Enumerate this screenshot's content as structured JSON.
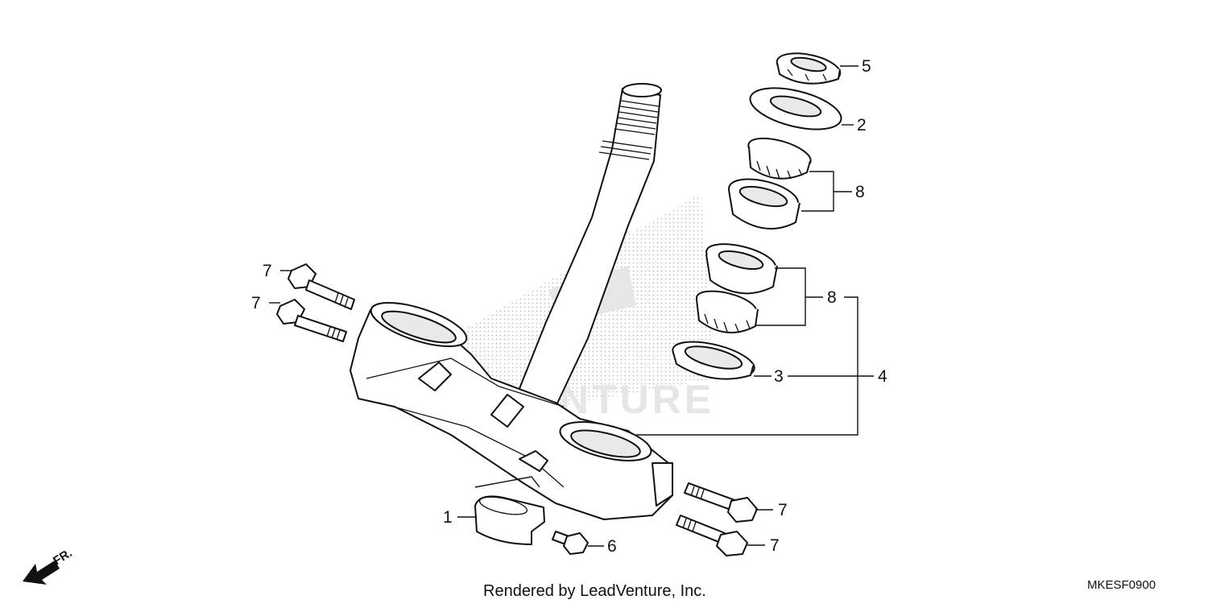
{
  "diagram": {
    "callouts": {
      "c1": "1",
      "c2": "2",
      "c3": "3",
      "c4": "4",
      "c5": "5",
      "c6": "6",
      "c7a": "7",
      "c7b": "7",
      "c7c": "7",
      "c7d": "7",
      "c8a": "8",
      "c8b": "8"
    },
    "direction_label": "FR.",
    "footer_text": "Rendered by LeadVenture, Inc.",
    "diagram_code": "MKESF0900",
    "watermark_text": "ADVENTURE"
  }
}
